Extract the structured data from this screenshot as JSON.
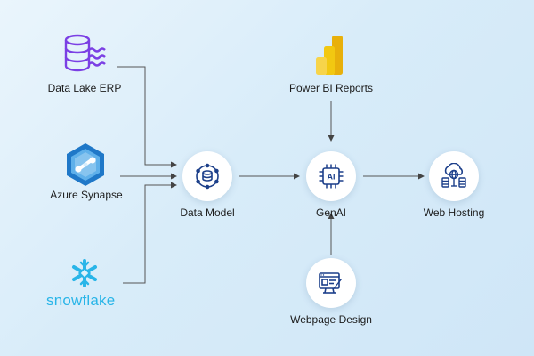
{
  "nodes": {
    "data_lake_erp": {
      "label": "Data Lake ERP",
      "icon": "database-stack-icon",
      "color": "#7b3fe4"
    },
    "azure_synapse": {
      "label": "Azure Synapse",
      "icon": "azure-synapse-logo",
      "color": "#1f78c8"
    },
    "snowflake": {
      "label": "snowflake",
      "icon": "snowflake-logo",
      "color": "#29b5e8"
    },
    "data_model": {
      "label": "Data Model",
      "icon": "network-database-icon"
    },
    "power_bi_reports": {
      "label": "Power BI Reports",
      "icon": "power-bi-logo",
      "color": "#f2c811"
    },
    "genai": {
      "label": "GenAI",
      "icon": "ai-chip-icon",
      "chip_text": "AI"
    },
    "webpage_design": {
      "label": "Webpage Design",
      "icon": "webpage-design-icon"
    },
    "web_hosting": {
      "label": "Web Hosting",
      "icon": "cloud-hosting-icon"
    }
  },
  "colors": {
    "accent": "#1c3f8a",
    "connector": "#444444"
  }
}
